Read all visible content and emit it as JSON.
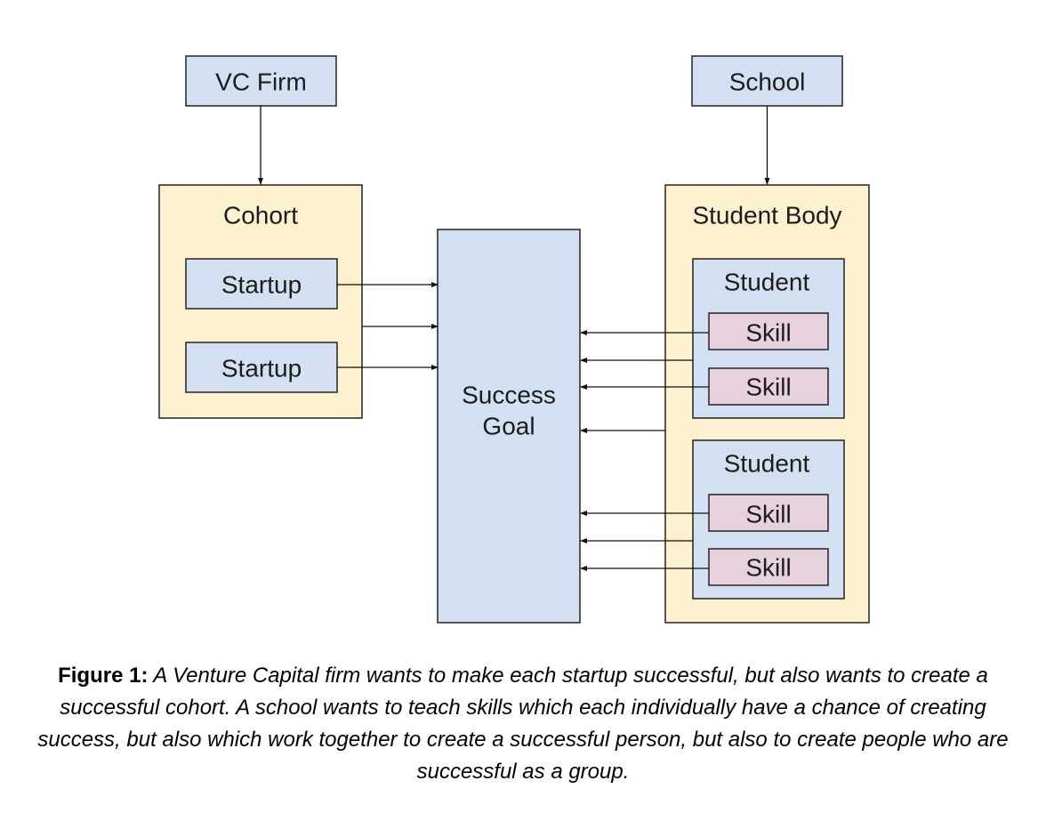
{
  "diagram": {
    "nodes": {
      "vc_firm": "VC Firm",
      "school": "School",
      "cohort": "Cohort",
      "startup_1": "Startup",
      "startup_2": "Startup",
      "success_goal_line1": "Success",
      "success_goal_line2": "Goal",
      "student_body": "Student Body",
      "student_1": "Student",
      "student_2": "Student",
      "skill_1": "Skill",
      "skill_2": "Skill",
      "skill_3": "Skill",
      "skill_4": "Skill"
    },
    "edges": [
      {
        "from": "VC Firm",
        "to": "Cohort"
      },
      {
        "from": "School",
        "to": "Student Body"
      },
      {
        "from": "Startup",
        "to": "Success Goal"
      },
      {
        "from": "Cohort",
        "to": "Success Goal"
      },
      {
        "from": "Startup",
        "to": "Success Goal"
      },
      {
        "from": "Skill",
        "to": "Success Goal"
      },
      {
        "from": "Student",
        "to": "Success Goal"
      },
      {
        "from": "Skill",
        "to": "Success Goal"
      },
      {
        "from": "Student Body",
        "to": "Success Goal"
      },
      {
        "from": "Skill",
        "to": "Success Goal"
      },
      {
        "from": "Student",
        "to": "Success Goal"
      },
      {
        "from": "Skill",
        "to": "Success Goal"
      }
    ],
    "colors": {
      "blue": "#d3e0f2",
      "yellow": "#fdf1cf",
      "pink": "#e7d1dc"
    }
  },
  "caption": {
    "label": "Figure 1:",
    "text": " A Venture Capital firm wants to make each startup successful, but also wants to create a successful cohort. A school wants to teach skills which each individually have a chance of creating success, but also which work together to create a successful person, but also to create people who are successful as a group."
  }
}
